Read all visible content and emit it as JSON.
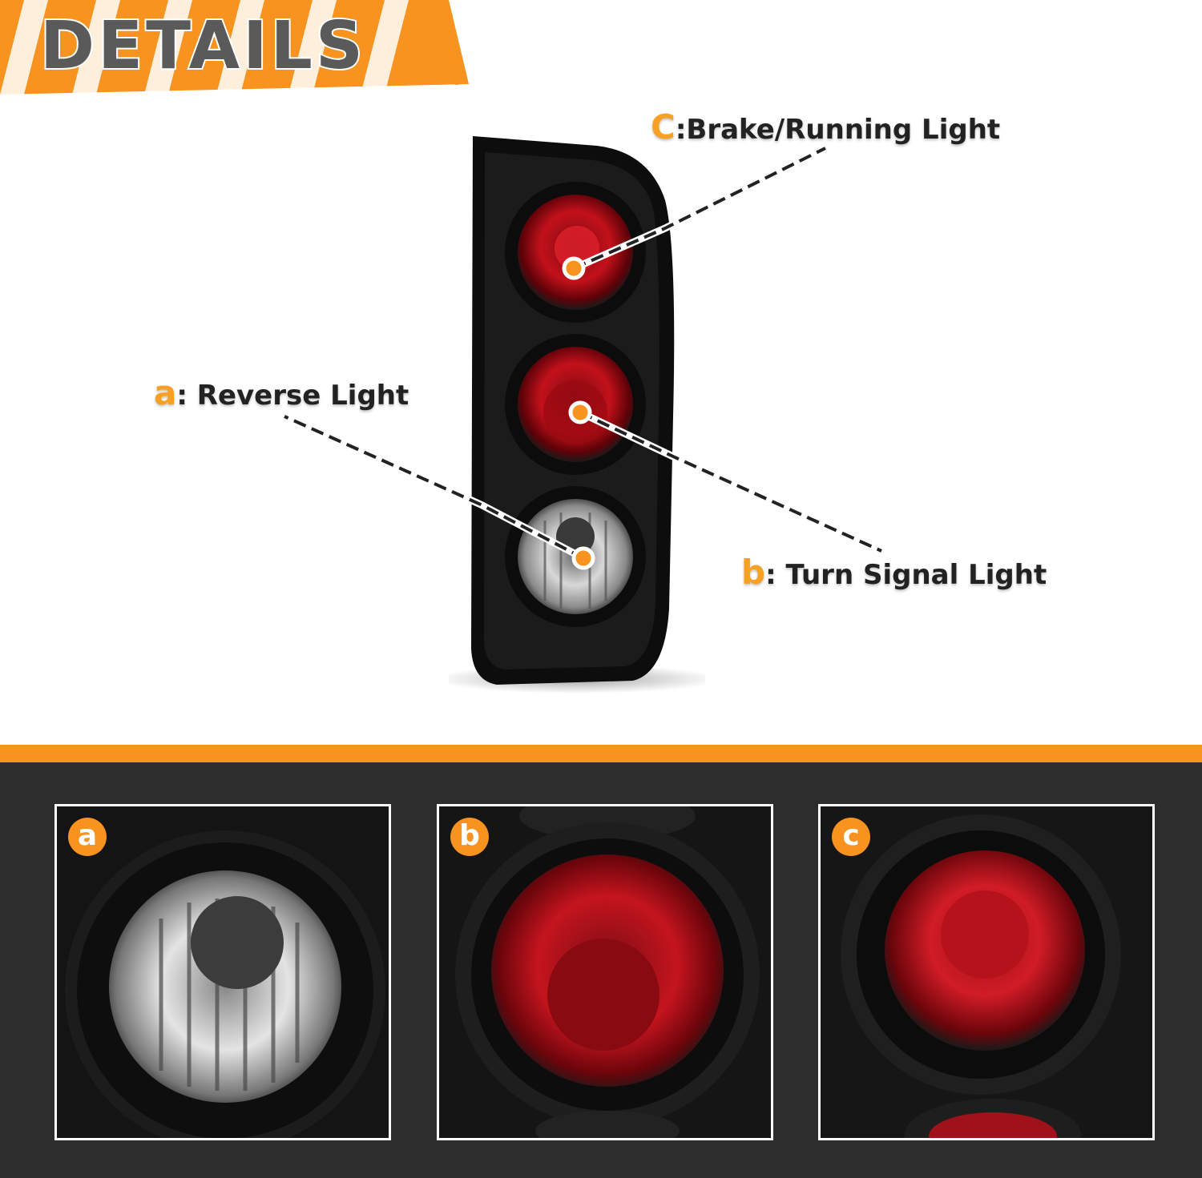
{
  "banner": {
    "title": "DETAILS"
  },
  "callouts": {
    "c": {
      "letter": "C",
      "label": ":Brake/Running Light"
    },
    "a": {
      "letter": "a",
      "label": ": Reverse Light"
    },
    "b": {
      "letter": "b",
      "label": ": Turn Signal Light"
    }
  },
  "panels": [
    {
      "badge": "a"
    },
    {
      "badge": "b"
    },
    {
      "badge": "c"
    }
  ],
  "colors": {
    "accent": "#f7931e",
    "dark": "#2d2d2d",
    "text": "#222222",
    "lens_red": "#c3111b"
  }
}
